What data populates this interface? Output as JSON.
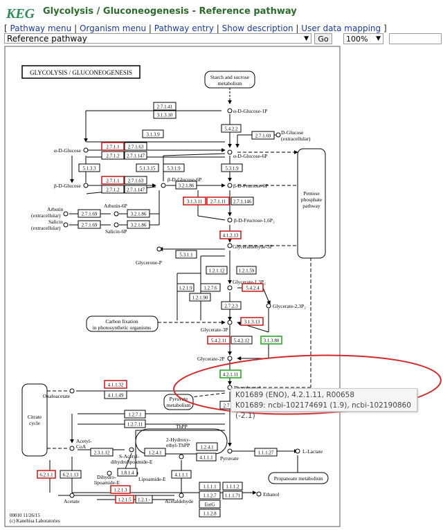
{
  "header": {
    "logo": "KEGG",
    "title": "Glycolysis / Gluconeogenesis - Reference pathway"
  },
  "menu": {
    "open": "[",
    "close": "]",
    "sep": "|",
    "items": [
      "Pathway menu",
      "Organism menu",
      "Pathway entry",
      "Show description",
      "User data mapping"
    ]
  },
  "controls": {
    "pathway_select": "Reference pathway",
    "go": "Go",
    "zoom": "100%",
    "search_value": ""
  },
  "map": {
    "title": "GLYCOLYSIS / GLUCONEOGENESIS",
    "footer": [
      "00010 11/26/15",
      "(c) Kanehisa Laboratories"
    ],
    "compounds": {
      "starch": [
        "Starch and sucrose",
        "metabolism"
      ],
      "aglc1p": "α-D-Glucose-1P",
      "dglc_ex": [
        "D-Glucose",
        "(extracellular)"
      ],
      "aglc": "α-D-Glucose",
      "aglc6p": "α-D-Glucose-6P",
      "bglc": "β-D-Glucose",
      "bglc6p": "β-D-Glucose-6P",
      "bfru6p": "β-D-Fructose-6P",
      "arbutin": [
        "Arbutin",
        "(extracellular)"
      ],
      "arbutin6p": "Arbutin-6P",
      "salicin": [
        "Salicin",
        "(extracellular)"
      ],
      "salicin6p": "Salicin-6P",
      "ppp": [
        "Pentose",
        "phosphate",
        "pathway"
      ],
      "bfru16": "β-D-Fructose-1,6P₂",
      "gap": "Glyceraldehyde-3P",
      "glyp": "Glycerone-P",
      "g13p": "Glycerate-1,3P₂",
      "g23p": "Glycerate-2,3P₂",
      "carbon": [
        "Carbon fixation",
        "in photosynthetic organisms"
      ],
      "g3p": "Glycerate-3P",
      "g2p": "Glycerate-2P",
      "pep": "Phosphoenol-",
      "oxalo": "Oxaloacetate",
      "pyrmet": [
        "Pyruvate",
        "metabolism"
      ],
      "citrate": [
        "Citrate",
        "cycle"
      ],
      "acoa": [
        "Acetyl-",
        "CoA"
      ],
      "thpp": "ThPP",
      "hydroxy": [
        "2-Hydroxy-",
        "ethyl-ThPP"
      ],
      "sacetyl": [
        "S-Acetyl-",
        "dihydrolipoamide-E"
      ],
      "dihydro": [
        "Dihydro-",
        "lipoamide-E"
      ],
      "lipoamide": "Lipoamide-E",
      "pyruvate": "Pyruvate",
      "llactate": "L-Lactate",
      "propanoate": "Propanoate metabolism",
      "acetate": "Acetate",
      "acetaldehyde": "Acetaldehyde",
      "ethanol": "Ethanol"
    }
  },
  "enzymes": [
    {
      "id": "2.7.1.41",
      "hl": ""
    },
    {
      "id": "3.1.3.10",
      "hl": ""
    },
    {
      "id": "5.4.2.2",
      "hl": ""
    },
    {
      "id": "2.7.1.69",
      "hl": ""
    },
    {
      "id": "3.1.3.9",
      "hl": ""
    },
    {
      "id": "2.7.1.1",
      "hl": "red"
    },
    {
      "id": "2.7.1.63",
      "hl": ""
    },
    {
      "id": "2.7.1.2",
      "hl": ""
    },
    {
      "id": "2.7.1.147",
      "hl": ""
    },
    {
      "id": "5.1.3.3",
      "hl": ""
    },
    {
      "id": "5.1.3.15",
      "hl": ""
    },
    {
      "id": "5.3.1.9",
      "hl": ""
    },
    {
      "id": "5.3.1.9",
      "hl": ""
    },
    {
      "id": "2.7.1.1",
      "hl": "red"
    },
    {
      "id": "2.7.1.63",
      "hl": ""
    },
    {
      "id": "2.7.1.2",
      "hl": ""
    },
    {
      "id": "2.7.1.147",
      "hl": ""
    },
    {
      "id": "3.2.1.86",
      "hl": ""
    },
    {
      "id": "2.7.1.69",
      "hl": ""
    },
    {
      "id": "3.2.1.86",
      "hl": ""
    },
    {
      "id": "2.7.1.69",
      "hl": ""
    },
    {
      "id": "3.2.1.86",
      "hl": ""
    },
    {
      "id": "3.1.3.11",
      "hl": "red"
    },
    {
      "id": "2.7.1.11",
      "hl": "red"
    },
    {
      "id": "2.7.1.146",
      "hl": ""
    },
    {
      "id": "4.1.2.13",
      "hl": "red"
    },
    {
      "id": "5.3.1.1",
      "hl": ""
    },
    {
      "id": "1.2.1.12",
      "hl": ""
    },
    {
      "id": "1.2.1.59",
      "hl": ""
    },
    {
      "id": "1.2.1.9",
      "hl": ""
    },
    {
      "id": "1.2.7.6",
      "hl": ""
    },
    {
      "id": "1.2.1.90",
      "hl": ""
    },
    {
      "id": "5.4.2.4",
      "hl": "red"
    },
    {
      "id": "2.7.2.3",
      "hl": ""
    },
    {
      "id": "3.1.3.13",
      "hl": "red"
    },
    {
      "id": "5.4.2.11",
      "hl": "red"
    },
    {
      "id": "5.4.2.12",
      "hl": ""
    },
    {
      "id": "3.1.3.80",
      "hl": "green"
    },
    {
      "id": "4.2.1.11",
      "hl": "green"
    },
    {
      "id": "4.1.1.32",
      "hl": "red"
    },
    {
      "id": "4.1.1.49",
      "hl": ""
    },
    {
      "id": "2.7",
      "hl": ""
    },
    {
      "id": "1.2.7.1",
      "hl": ""
    },
    {
      "id": "1.2.7.11",
      "hl": ""
    },
    {
      "id": "2.3.1.12",
      "hl": ""
    },
    {
      "id": "1.2.4.1",
      "hl": ""
    },
    {
      "id": "1.2.4.1",
      "hl": ""
    },
    {
      "id": "4.1.1.1",
      "hl": ""
    },
    {
      "id": "1.8.1.4",
      "hl": ""
    },
    {
      "id": "4.1.1.1",
      "hl": ""
    },
    {
      "id": "1.1.1.27",
      "hl": ""
    },
    {
      "id": "6.2.1.1",
      "hl": "red"
    },
    {
      "id": "6.2.1.13",
      "hl": ""
    },
    {
      "id": "1.2.1.3",
      "hl": "red"
    },
    {
      "id": "1.2.1.5",
      "hl": "red"
    },
    {
      "id": "1.2.1.-",
      "hl": ""
    },
    {
      "id": "1.1.1.1",
      "hl": ""
    },
    {
      "id": "1.1.1.2",
      "hl": ""
    },
    {
      "id": "1.1.2.7",
      "hl": ""
    },
    {
      "id": "1.1.1.71",
      "hl": ""
    },
    {
      "id": "EutG",
      "hl": ""
    },
    {
      "id": "1.1.2.8",
      "hl": ""
    }
  ],
  "tooltip": {
    "line1": "K01689 (ENO), 4.2.1.11, R00658",
    "line2": "K01689: ncbi-102174691 (1.9), ncbi-102190860 (-2.1)"
  },
  "colors": {
    "title": "#2b6b2b",
    "link": "#1a3a9a",
    "red_box": "#cc2222",
    "green_box": "#22aa22",
    "annotation": "#d22a2a",
    "pathway_box": "#55a055"
  }
}
